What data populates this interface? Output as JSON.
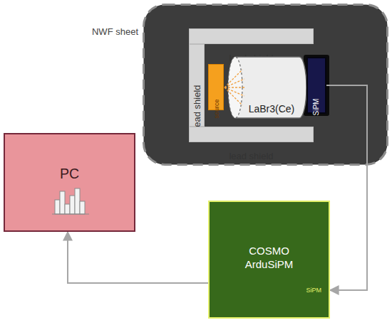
{
  "diagram": {
    "nodes": [
      {
        "text": [
          "NWF sheet"
        ]
      },
      {
        "text": [
          "lead shield"
        ],
        "in": 0
      },
      {
        "text": [
          "lead shield"
        ],
        "in": 0
      },
      {
        "text": [
          "source"
        ],
        "in": 0
      },
      {
        "text": [
          "LaBr3(Ce)"
        ],
        "in": 0
      },
      {
        "text": [
          "SiPM"
        ],
        "in": 0
      },
      {
        "text": [
          "lead shield"
        ],
        "in": 0
      },
      {
        "text": [
          "PC"
        ]
      },
      {
        "text": [
          "COSMO ArduSiPM",
          "SiPM"
        ]
      }
    ],
    "edges": [
      {
        "from": 5,
        "to": 8,
        "arrow": "to"
      },
      {
        "from": 8,
        "to": 7,
        "arrow": "to"
      }
    ]
  }
}
